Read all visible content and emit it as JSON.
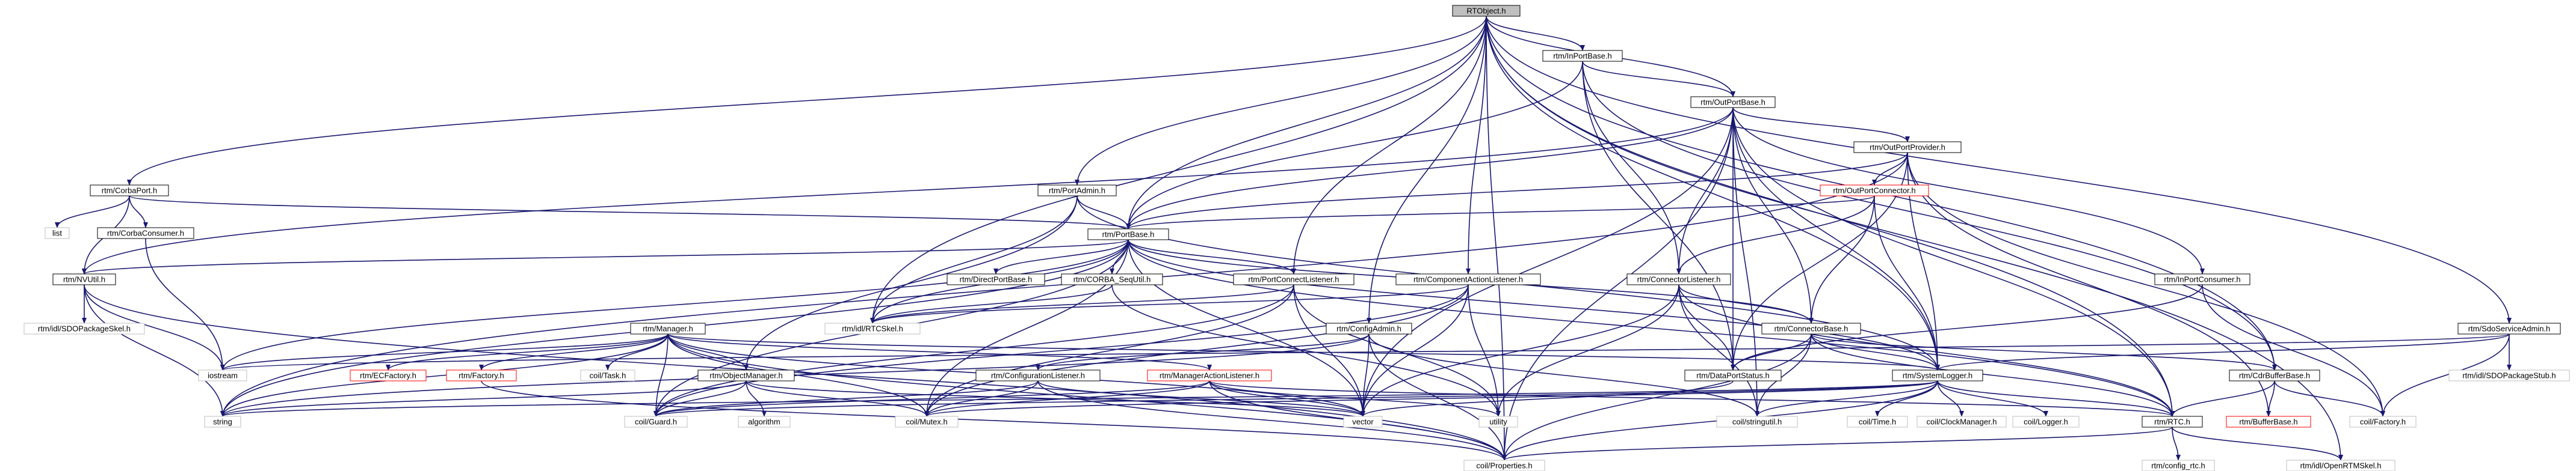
{
  "diagram": {
    "colors": {
      "edge": "#191970",
      "node_border": "#000000",
      "root_fill": "#bfbfbf",
      "red_border": "#ff0000",
      "gray_border": "#bfbfbf"
    },
    "nodes": [
      {
        "id": "root",
        "label": "RTObject.h",
        "style": "root"
      },
      {
        "id": "inport",
        "label": "rtm/InPortBase.h",
        "style": "normal"
      },
      {
        "id": "outport",
        "label": "rtm/OutPortBase.h",
        "style": "normal"
      },
      {
        "id": "corbaport",
        "label": "rtm/CorbaPort.h",
        "style": "normal"
      },
      {
        "id": "portadmin",
        "label": "rtm/PortAdmin.h",
        "style": "normal"
      },
      {
        "id": "outprov",
        "label": "rtm/OutPortProvider.h",
        "style": "normal"
      },
      {
        "id": "outconn",
        "label": "rtm/OutPortConnector.h",
        "style": "red"
      },
      {
        "id": "list",
        "label": "list",
        "style": "gray"
      },
      {
        "id": "corbacons",
        "label": "rtm/CorbaConsumer.h",
        "style": "normal"
      },
      {
        "id": "portbase",
        "label": "rtm/PortBase.h",
        "style": "normal"
      },
      {
        "id": "nvutil",
        "label": "rtm/NVUtil.h",
        "style": "normal"
      },
      {
        "id": "directport",
        "label": "rtm/DirectPortBase.h",
        "style": "normal"
      },
      {
        "id": "sequtil",
        "label": "rtm/CORBA_SeqUtil.h",
        "style": "normal"
      },
      {
        "id": "portconnlist",
        "label": "rtm/PortConnectListener.h",
        "style": "normal"
      },
      {
        "id": "compaction",
        "label": "rtm/ComponentActionListener.h",
        "style": "normal"
      },
      {
        "id": "connlist",
        "label": "rtm/ConnectorListener.h",
        "style": "normal"
      },
      {
        "id": "inportcons",
        "label": "rtm/InPortConsumer.h",
        "style": "normal"
      },
      {
        "id": "sdoadmin",
        "label": "rtm/SdoServiceAdmin.h",
        "style": "normal"
      },
      {
        "id": "sdopkgskel",
        "label": "rtm/idl/SDOPackageSkel.h",
        "style": "gray"
      },
      {
        "id": "manager",
        "label": "rtm/Manager.h",
        "style": "normal"
      },
      {
        "id": "rtcskel",
        "label": "rtm/idl/RTCSkel.h",
        "style": "gray"
      },
      {
        "id": "configadmin",
        "label": "rtm/ConfigAdmin.h",
        "style": "normal"
      },
      {
        "id": "connbase",
        "label": "rtm/ConnectorBase.h",
        "style": "normal"
      },
      {
        "id": "sdopkgstub",
        "label": "rtm/idl/SDOPackageStub.h",
        "style": "gray"
      },
      {
        "id": "iostream",
        "label": "iostream",
        "style": "gray"
      },
      {
        "id": "ecfactory",
        "label": "rtm/ECFactory.h",
        "style": "red"
      },
      {
        "id": "factory",
        "label": "rtm/Factory.h",
        "style": "red"
      },
      {
        "id": "coiltask",
        "label": "coil/Task.h",
        "style": "gray"
      },
      {
        "id": "objmgr",
        "label": "rtm/ObjectManager.h",
        "style": "normal"
      },
      {
        "id": "conflist",
        "label": "rtm/ConfigurationListener.h",
        "style": "normal"
      },
      {
        "id": "mgraction",
        "label": "rtm/ManagerActionListener.h",
        "style": "red"
      },
      {
        "id": "datastatus",
        "label": "rtm/DataPortStatus.h",
        "style": "normal"
      },
      {
        "id": "syslogger",
        "label": "rtm/SystemLogger.h",
        "style": "normal"
      },
      {
        "id": "cdrbuf",
        "label": "rtm/CdrBufferBase.h",
        "style": "normal"
      },
      {
        "id": "string",
        "label": "string",
        "style": "gray"
      },
      {
        "id": "guard",
        "label": "coil/Guard.h",
        "style": "gray"
      },
      {
        "id": "algorithm",
        "label": "algorithm",
        "style": "gray"
      },
      {
        "id": "mutex",
        "label": "coil/Mutex.h",
        "style": "gray"
      },
      {
        "id": "vector",
        "label": "vector",
        "style": "gray"
      },
      {
        "id": "utility",
        "label": "utility",
        "style": "gray"
      },
      {
        "id": "stringutil",
        "label": "coil/stringutil.h",
        "style": "gray"
      },
      {
        "id": "rtch",
        "label": "rtm/RTC.h",
        "style": "normal"
      },
      {
        "id": "coiltime",
        "label": "coil/Time.h",
        "style": "gray"
      },
      {
        "id": "clockmgr",
        "label": "coil/ClockManager.h",
        "style": "gray"
      },
      {
        "id": "coillogger",
        "label": "coil/Logger.h",
        "style": "gray"
      },
      {
        "id": "bufferbase",
        "label": "rtm/BufferBase.h",
        "style": "red"
      },
      {
        "id": "coilfactory",
        "label": "coil/Factory.h",
        "style": "gray"
      },
      {
        "id": "properties",
        "label": "coil/Properties.h",
        "style": "gray"
      },
      {
        "id": "configrtc",
        "label": "rtm/config_rtc.h",
        "style": "gray"
      },
      {
        "id": "openrtm",
        "label": "rtm/idl/OpenRTMSkel.h",
        "style": "gray"
      }
    ],
    "edges": [
      [
        "root",
        "inport"
      ],
      [
        "root",
        "outport"
      ],
      [
        "root",
        "corbaport"
      ],
      [
        "root",
        "portadmin"
      ],
      [
        "root",
        "portbase"
      ],
      [
        "root",
        "portconnlist"
      ],
      [
        "root",
        "compaction"
      ],
      [
        "root",
        "configadmin"
      ],
      [
        "root",
        "rtcskel"
      ],
      [
        "root",
        "sdoadmin"
      ],
      [
        "root",
        "syslogger"
      ],
      [
        "root",
        "rtch"
      ],
      [
        "root",
        "properties"
      ],
      [
        "root",
        "openrtm"
      ],
      [
        "root",
        "cdrbuf"
      ],
      [
        "inport",
        "outport"
      ],
      [
        "inport",
        "portbase"
      ],
      [
        "inport",
        "connlist"
      ],
      [
        "inport",
        "datastatus"
      ],
      [
        "inport",
        "cdrbuf"
      ],
      [
        "outport",
        "portbase"
      ],
      [
        "outport",
        "outprov"
      ],
      [
        "outport",
        "inportcons"
      ],
      [
        "outport",
        "connlist"
      ],
      [
        "outport",
        "connbase"
      ],
      [
        "outport",
        "syslogger"
      ],
      [
        "outport",
        "rtch"
      ],
      [
        "outport",
        "datastatus"
      ],
      [
        "outport",
        "nvutil"
      ],
      [
        "outport",
        "vector"
      ],
      [
        "outport",
        "properties"
      ],
      [
        "outport",
        "stringutil"
      ],
      [
        "corbaport",
        "list"
      ],
      [
        "corbaport",
        "corbacons"
      ],
      [
        "corbaport",
        "nvutil"
      ],
      [
        "corbaport",
        "portbase"
      ],
      [
        "portadmin",
        "portbase"
      ],
      [
        "portadmin",
        "objmgr"
      ],
      [
        "portadmin",
        "rtcskel"
      ],
      [
        "portadmin",
        "syslogger"
      ],
      [
        "outprov",
        "outconn"
      ],
      [
        "outprov",
        "portbase"
      ],
      [
        "outprov",
        "string"
      ],
      [
        "outprov",
        "syslogger"
      ],
      [
        "outprov",
        "datastatus"
      ],
      [
        "outprov",
        "coilfactory"
      ],
      [
        "outprov",
        "bufferbase"
      ],
      [
        "outconn",
        "connlist"
      ],
      [
        "outconn",
        "connbase"
      ],
      [
        "outconn",
        "syslogger"
      ],
      [
        "outconn",
        "portbase"
      ],
      [
        "corbacons",
        "iostream"
      ],
      [
        "portbase",
        "nvutil"
      ],
      [
        "portbase",
        "directport"
      ],
      [
        "portbase",
        "sequtil"
      ],
      [
        "portbase",
        "portconnlist"
      ],
      [
        "portbase",
        "rtcskel"
      ],
      [
        "portbase",
        "connbase"
      ],
      [
        "portbase",
        "syslogger"
      ],
      [
        "portbase",
        "string"
      ],
      [
        "portbase",
        "vector"
      ],
      [
        "portbase",
        "guard"
      ],
      [
        "portbase",
        "mutex"
      ],
      [
        "portbase",
        "rtch"
      ],
      [
        "portbase",
        "iostream"
      ],
      [
        "nvutil",
        "sdopkgskel"
      ],
      [
        "nvutil",
        "string"
      ],
      [
        "nvutil",
        "iostream"
      ],
      [
        "nvutil",
        "properties"
      ],
      [
        "sequtil",
        "rtcskel"
      ],
      [
        "sequtil",
        "utility"
      ],
      [
        "portconnlist",
        "rtcskel"
      ],
      [
        "portconnlist",
        "vector"
      ],
      [
        "portconnlist",
        "utility"
      ],
      [
        "portconnlist",
        "mutex"
      ],
      [
        "portconnlist",
        "guard"
      ],
      [
        "compaction",
        "rtcskel"
      ],
      [
        "compaction",
        "vector"
      ],
      [
        "compaction",
        "utility"
      ],
      [
        "compaction",
        "mutex"
      ],
      [
        "compaction",
        "guard"
      ],
      [
        "connlist",
        "connbase"
      ],
      [
        "connlist",
        "datastatus"
      ],
      [
        "connlist",
        "vector"
      ],
      [
        "connlist",
        "utility"
      ],
      [
        "connlist",
        "rtch"
      ],
      [
        "connlist",
        "stringutil"
      ],
      [
        "inportcons",
        "datastatus"
      ],
      [
        "inportcons",
        "coilfactory"
      ],
      [
        "sdoadmin",
        "sdopkgstub"
      ],
      [
        "sdoadmin",
        "syslogger"
      ],
      [
        "sdoadmin",
        "coilfactory"
      ],
      [
        "sdoadmin",
        "iostream"
      ],
      [
        "manager",
        "iostream"
      ],
      [
        "manager",
        "string"
      ],
      [
        "manager",
        "ecfactory"
      ],
      [
        "manager",
        "factory"
      ],
      [
        "manager",
        "coiltask"
      ],
      [
        "manager",
        "objmgr"
      ],
      [
        "manager",
        "guard"
      ],
      [
        "manager",
        "mutex"
      ],
      [
        "manager",
        "vector"
      ],
      [
        "manager",
        "mgraction"
      ],
      [
        "manager",
        "syslogger"
      ],
      [
        "manager",
        "properties"
      ],
      [
        "configadmin",
        "conflist"
      ],
      [
        "configadmin",
        "vector"
      ],
      [
        "configadmin",
        "string"
      ],
      [
        "configadmin",
        "properties"
      ],
      [
        "configadmin",
        "stringutil"
      ],
      [
        "connbase",
        "datastatus"
      ],
      [
        "connbase",
        "syslogger"
      ],
      [
        "connbase",
        "cdrbuf"
      ],
      [
        "connbase",
        "rtch"
      ],
      [
        "connbase",
        "stringutil"
      ],
      [
        "connbase",
        "properties"
      ],
      [
        "objmgr",
        "vector"
      ],
      [
        "objmgr",
        "string"
      ],
      [
        "objmgr",
        "algorithm"
      ],
      [
        "objmgr",
        "guard"
      ],
      [
        "objmgr",
        "mutex"
      ],
      [
        "conflist",
        "vector"
      ],
      [
        "conflist",
        "mutex"
      ],
      [
        "conflist",
        "guard"
      ],
      [
        "conflist",
        "properties"
      ],
      [
        "mgraction",
        "vector"
      ],
      [
        "mgraction",
        "utility"
      ],
      [
        "mgraction",
        "mutex"
      ],
      [
        "mgraction",
        "guard"
      ],
      [
        "mgraction",
        "rtch"
      ],
      [
        "mgraction",
        "properties"
      ],
      [
        "datastatus",
        "vector"
      ],
      [
        "syslogger",
        "coiltime"
      ],
      [
        "syslogger",
        "clockmgr"
      ],
      [
        "syslogger",
        "coillogger"
      ],
      [
        "syslogger",
        "rtch"
      ],
      [
        "syslogger",
        "stringutil"
      ],
      [
        "syslogger",
        "mutex"
      ],
      [
        "syslogger",
        "guard"
      ],
      [
        "syslogger",
        "string"
      ],
      [
        "syslogger",
        "properties"
      ],
      [
        "cdrbuf",
        "bufferbase"
      ],
      [
        "cdrbuf",
        "coilfactory"
      ],
      [
        "cdrbuf",
        "rtch"
      ],
      [
        "rtch",
        "properties"
      ],
      [
        "rtch",
        "configrtc"
      ],
      [
        "rtch",
        "openrtm"
      ],
      [
        "factory",
        "properties"
      ]
    ]
  }
}
